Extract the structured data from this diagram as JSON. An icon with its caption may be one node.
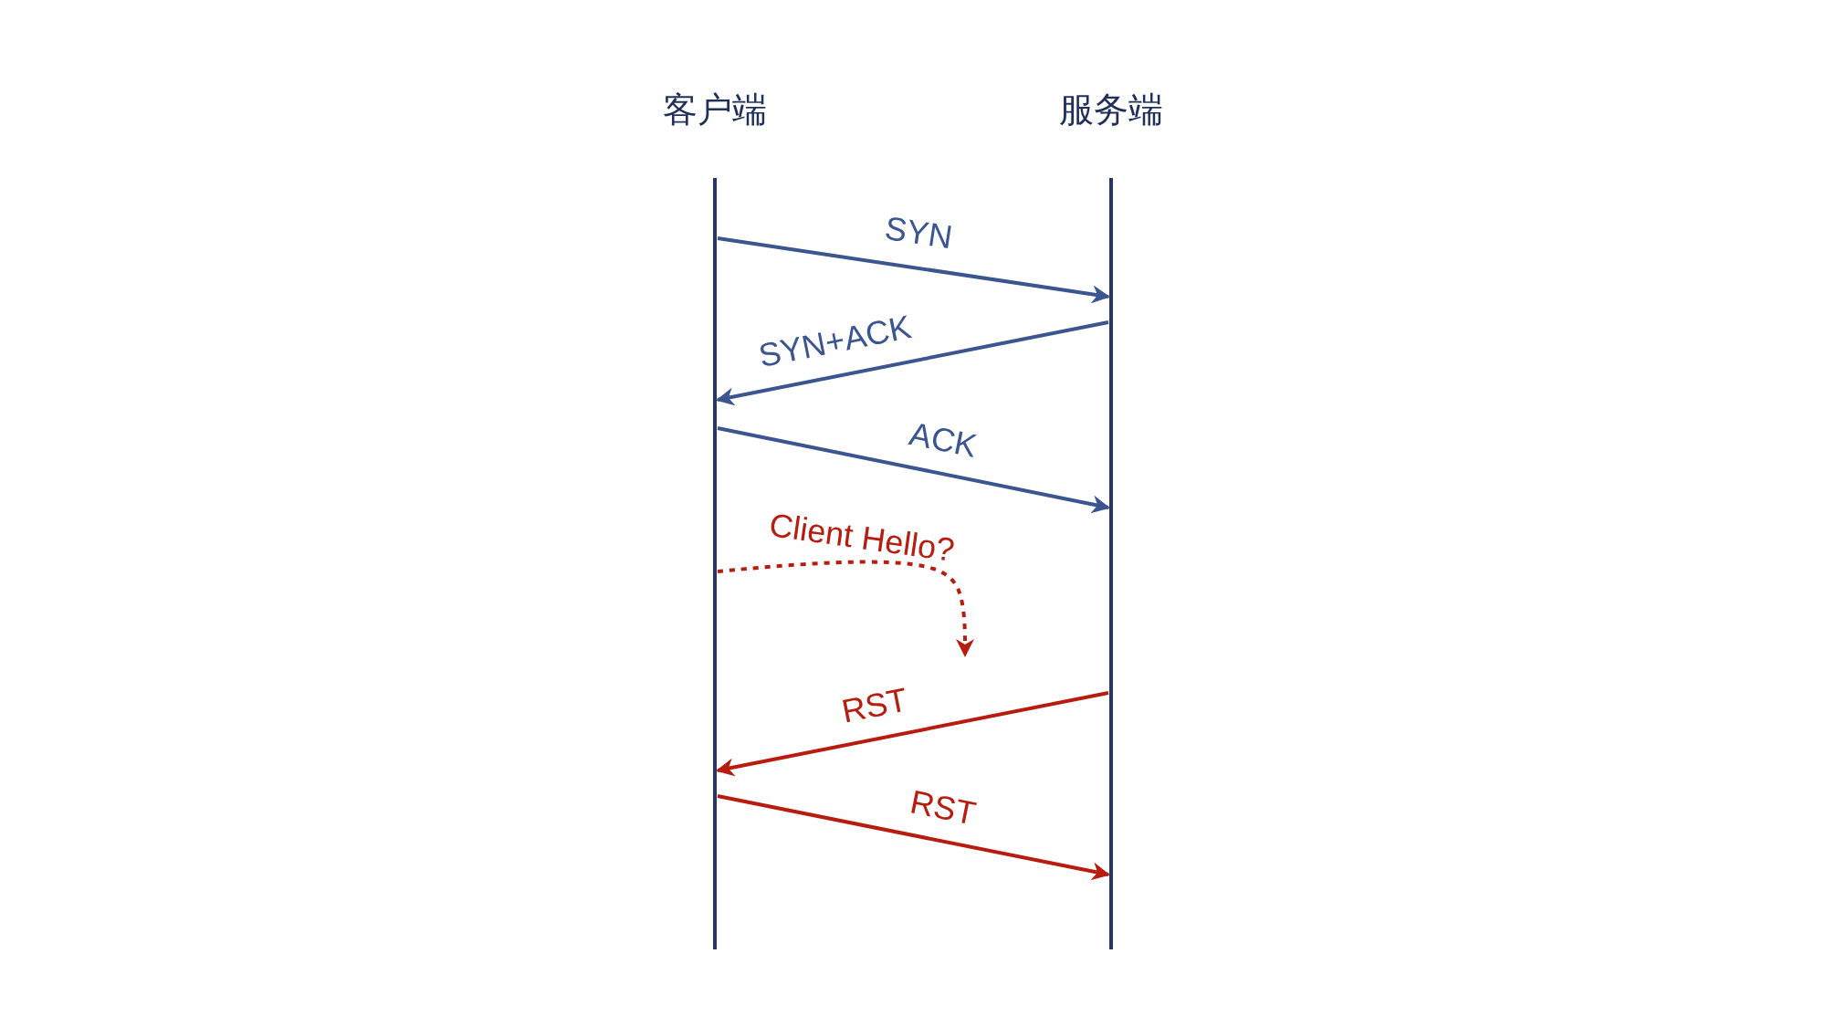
{
  "diagram": {
    "nodes": [
      {
        "text": [
          "客户端"
        ]
      },
      {
        "text": [
          "服务端"
        ]
      }
    ],
    "edges": [
      {
        "from": 0,
        "to": 1,
        "arrow": "to",
        "label": "SYN"
      },
      {
        "from": 1,
        "to": 0,
        "arrow": "to",
        "label": "SYN+ACK"
      },
      {
        "from": 0,
        "to": 1,
        "arrow": "to",
        "label": "ACK"
      },
      {
        "from": 0,
        "to": null,
        "arrow": "to",
        "label": "Client Hello?",
        "style": "dashed",
        "color": "#b81c0f"
      },
      {
        "from": 1,
        "to": 0,
        "arrow": "to",
        "label": "RST",
        "color": "#b81c0f"
      },
      {
        "from": 0,
        "to": 1,
        "arrow": "to",
        "label": "RST",
        "color": "#b81c0f"
      }
    ]
  }
}
